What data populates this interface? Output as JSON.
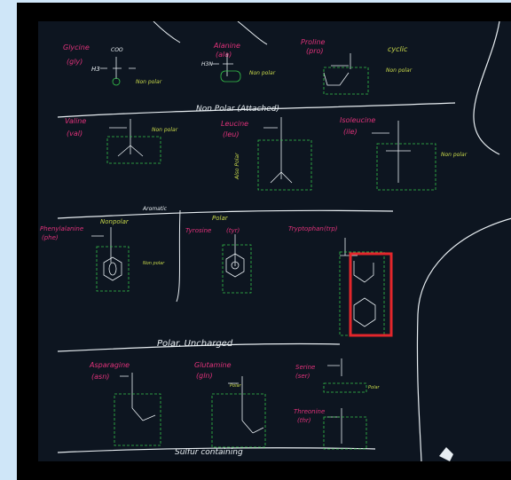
{
  "board": {
    "sections": {
      "nonpolar_attached": "Non Polar (Attached)",
      "aromatic": "Aromatic",
      "polar_uncharged": "Polar, Uncharged",
      "sulfur_containing": "Sulfur containing"
    },
    "amino_acids": [
      {
        "name": "Glycine",
        "abbr": "(gly)"
      },
      {
        "name": "Alanine",
        "abbr": "(ala)"
      },
      {
        "name": "Proline",
        "abbr": "(pro)"
      },
      {
        "name": "Valine",
        "abbr": "(val)"
      },
      {
        "name": "Leucine",
        "abbr": "(leu)"
      },
      {
        "name": "Isoleucine",
        "abbr": "(ile)"
      },
      {
        "name": "Phenylalanine",
        "abbr": "(phe)"
      },
      {
        "name": "Tyrosine",
        "abbr": "(tyr)"
      },
      {
        "name": "Tryptophan",
        "abbr": "(trp)"
      },
      {
        "name": "Asparagine",
        "abbr": "(asn)"
      },
      {
        "name": "Glutamine",
        "abbr": "(gln)"
      },
      {
        "name": "Serine",
        "abbr": "(ser)"
      },
      {
        "name": "Threonine",
        "abbr": "(thr)"
      }
    ],
    "notes": {
      "non_polar": "Non polar",
      "cyclic": "cyclic",
      "nonpolar": "Nonpolar",
      "polar": "Polar",
      "also_polar": "Also Polar",
      "polar_side": "Polar"
    },
    "highlight_color": "#e3262b",
    "ink_colors": {
      "name": "#e0327a",
      "note": "#c8d84a",
      "structure": "#e8eef2",
      "box": "#35c44a"
    }
  }
}
